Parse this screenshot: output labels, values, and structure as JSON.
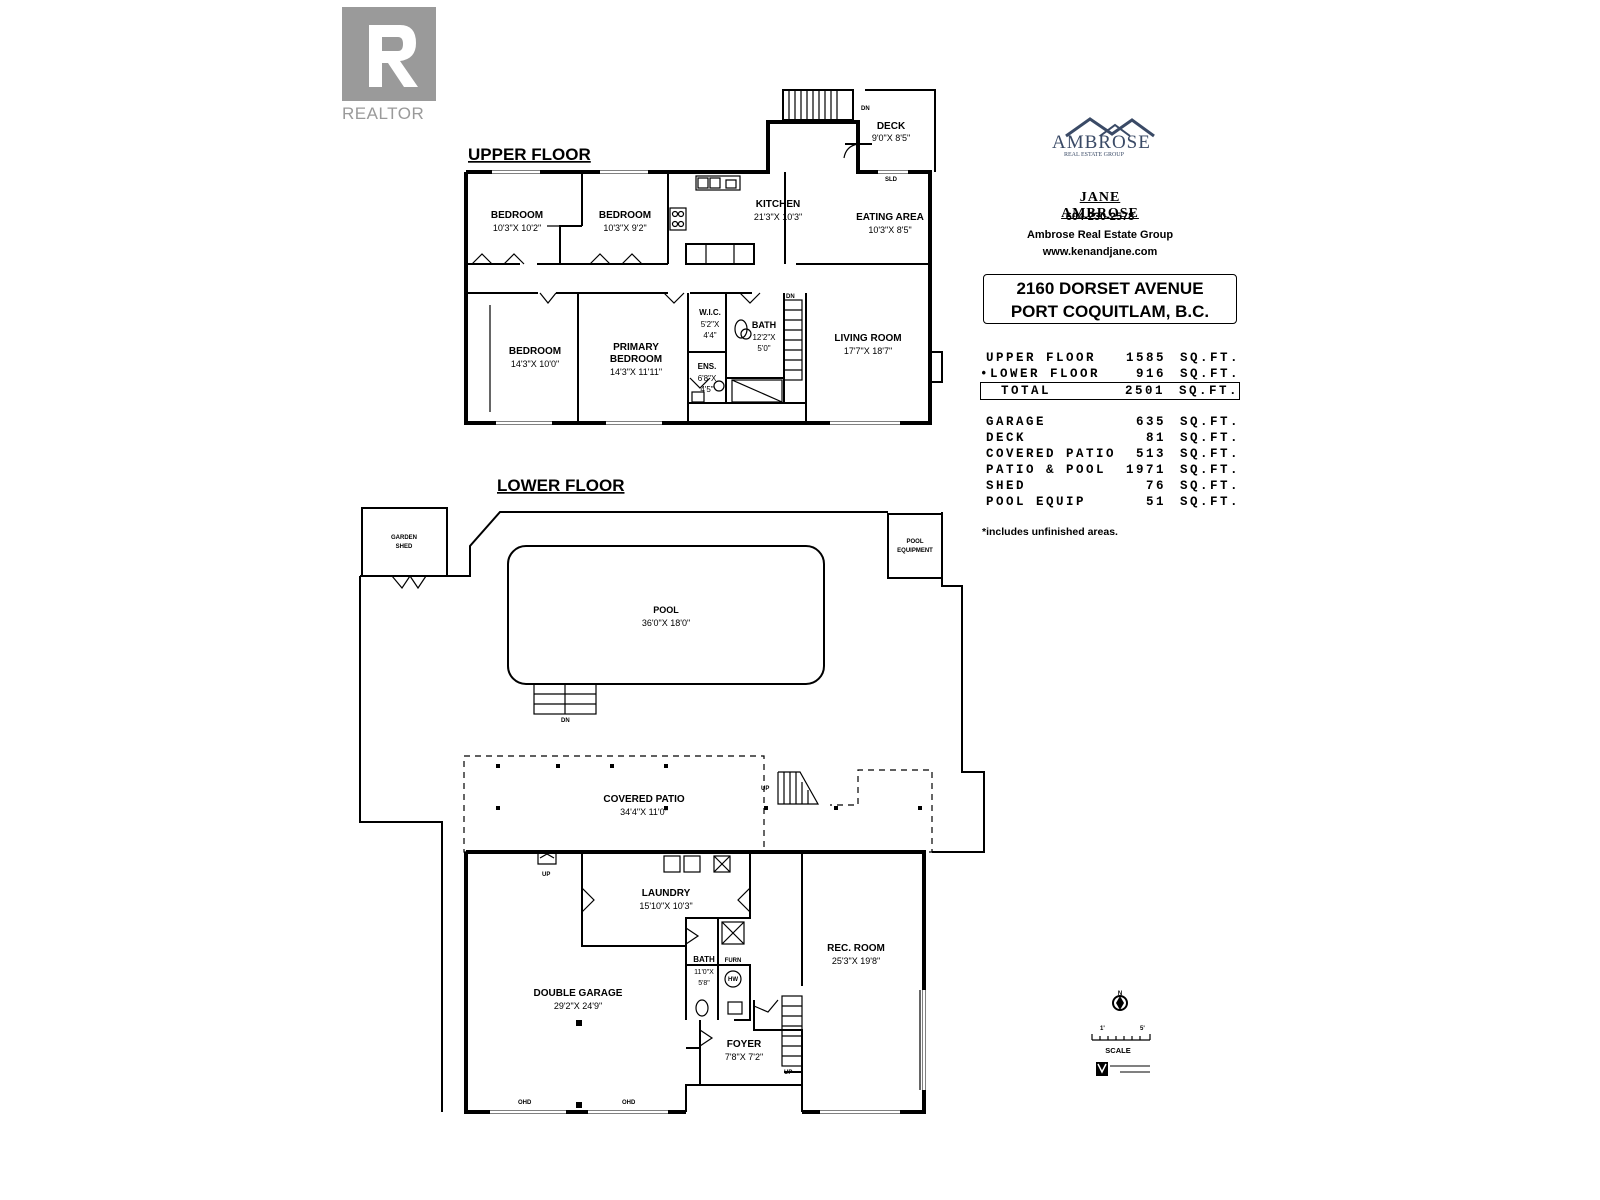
{
  "branding": {
    "realtor_text": "REALTOR",
    "logo_word": "AMBROSE",
    "logo_sub": "REAL ESTATE GROUP"
  },
  "agent": {
    "name": "JANE AMBROSE",
    "phone": "604-230-2578",
    "company": "Ambrose Real Estate Group",
    "website": "www.kenandjane.com"
  },
  "address": {
    "line1": "2160 DORSET AVENUE",
    "line2": "PORT COQUITLAM, B.C."
  },
  "areas": {
    "upper_label": "UPPER FLOOR",
    "upper_value": "1585",
    "upper_unit": "SQ.FT.",
    "lower_label": "LOWER FLOOR",
    "lower_value": "916",
    "lower_unit": "SQ.FT.",
    "total_label": "TOTAL",
    "total_value": "2501",
    "total_unit": "SQ.FT.",
    "garage_label": "GARAGE",
    "garage_value": "635",
    "garage_unit": "SQ.FT.",
    "deck_label": "DECK",
    "deck_value": "81",
    "deck_unit": "SQ.FT.",
    "covpatio_label": "COVERED PATIO",
    "covpatio_value": "513",
    "covpatio_unit": "SQ.FT.",
    "patiopool_label": "PATIO & POOL",
    "patiopool_value": "1971",
    "patiopool_unit": "SQ.FT.",
    "shed_label": "SHED",
    "shed_value": "76",
    "shed_unit": "SQ.FT.",
    "poolequip_label": "POOL EQUIP",
    "poolequip_value": "51",
    "poolequip_unit": "SQ.FT.",
    "note": "*includes unfinished areas."
  },
  "upper_floor": {
    "heading": "UPPER FLOOR",
    "bedroom1_name": "BEDROOM",
    "bedroom1_dim": "10'3\"X 10'2\"",
    "bedroom2_name": "BEDROOM",
    "bedroom2_dim": "10'3\"X 9'2\"",
    "kitchen_name": "KITCHEN",
    "kitchen_dim": "21'3\"X 10'3\"",
    "eating_name": "EATING AREA",
    "eating_dim": "10'3\"X 8'5\"",
    "deck_name": "DECK",
    "deck_dim": "9'0\"X 8'5\"",
    "bedroom3_name": "BEDROOM",
    "bedroom3_dim": "14'3\"X 10'0\"",
    "primary_name1": "PRIMARY",
    "primary_name2": "BEDROOM",
    "primary_dim": "14'3\"X 11'11\"",
    "wic_name": "W.I.C.",
    "wic_dim1": "5'2\"X",
    "wic_dim2": "4'4\"",
    "bath_name": "BATH",
    "bath_dim1": "12'2\"X",
    "bath_dim2": "5'0\"",
    "ens_name": "ENS.",
    "ens_dim1": "6'8\"X",
    "ens_dim2": "4'5\"",
    "living_name": "LIVING ROOM",
    "living_dim": "17'7\"X 18'7\"",
    "dn1": "DN",
    "dn2": "DN",
    "sld": "SLD"
  },
  "lower_floor": {
    "heading": "LOWER FLOOR",
    "shed_name1": "GARDEN",
    "shed_name2": "SHED",
    "poolequip_name1": "POOL",
    "poolequip_name2": "EQUIPMENT",
    "pool_name": "POOL",
    "pool_dim": "36'0\"X 18'0\"",
    "covpatio_name": "COVERED PATIO",
    "covpatio_dim": "34'4\"X 11'0\"",
    "laundry_name": "LAUNDRY",
    "laundry_dim": "15'10\"X 10'3\"",
    "garage_name": "DOUBLE GARAGE",
    "garage_dim": "29'2\"X 24'9\"",
    "bath_name": "BATH",
    "bath_dim1": "11'0\"X",
    "bath_dim2": "5'8\"",
    "furn": "FURN",
    "hw": "HW",
    "rec_name": "REC. ROOM",
    "rec_dim": "25'3\"X 19'8\"",
    "foyer_name": "FOYER",
    "foyer_dim": "7'8\"X 7'2\"",
    "ohd1": "OHD",
    "ohd2": "OHD",
    "dn": "DN",
    "up1": "UP",
    "up2": "UP",
    "up3": "UP"
  },
  "compass_scale": {
    "north": "N",
    "scale_label": "SCALE",
    "scale_left": "1'",
    "scale_right": "5'"
  }
}
